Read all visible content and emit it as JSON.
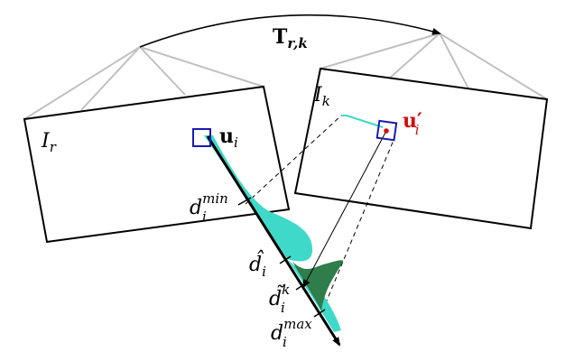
{
  "labels": {
    "transform": {
      "main": "T",
      "sub": "r,k"
    },
    "ref_image": {
      "main": "I",
      "sub": "r"
    },
    "key_image": {
      "main": "I",
      "sub": "k"
    },
    "pixel_ref": {
      "main": "u",
      "sub": "i"
    },
    "pixel_key": {
      "main": "u′",
      "sub": "i"
    },
    "d_min": {
      "main": "d",
      "sub": "i",
      "sup": "min"
    },
    "d_hat": {
      "main": "d̂",
      "sub": "i"
    },
    "d_tilde": {
      "main": "d̃",
      "sub": "i",
      "sup": "k"
    },
    "d_max": {
      "main": "d",
      "sub": "i",
      "sup": "max"
    }
  },
  "colors": {
    "camera_lines": "#c0c0c0",
    "frames": "#000000",
    "pixel_box": "#1a1ab0",
    "highlight_label": "#d01010",
    "distribution_light": "#3fd9c9",
    "distribution_dark": "#2e7d4a",
    "epipolar_segment": "#3fd9c9"
  }
}
